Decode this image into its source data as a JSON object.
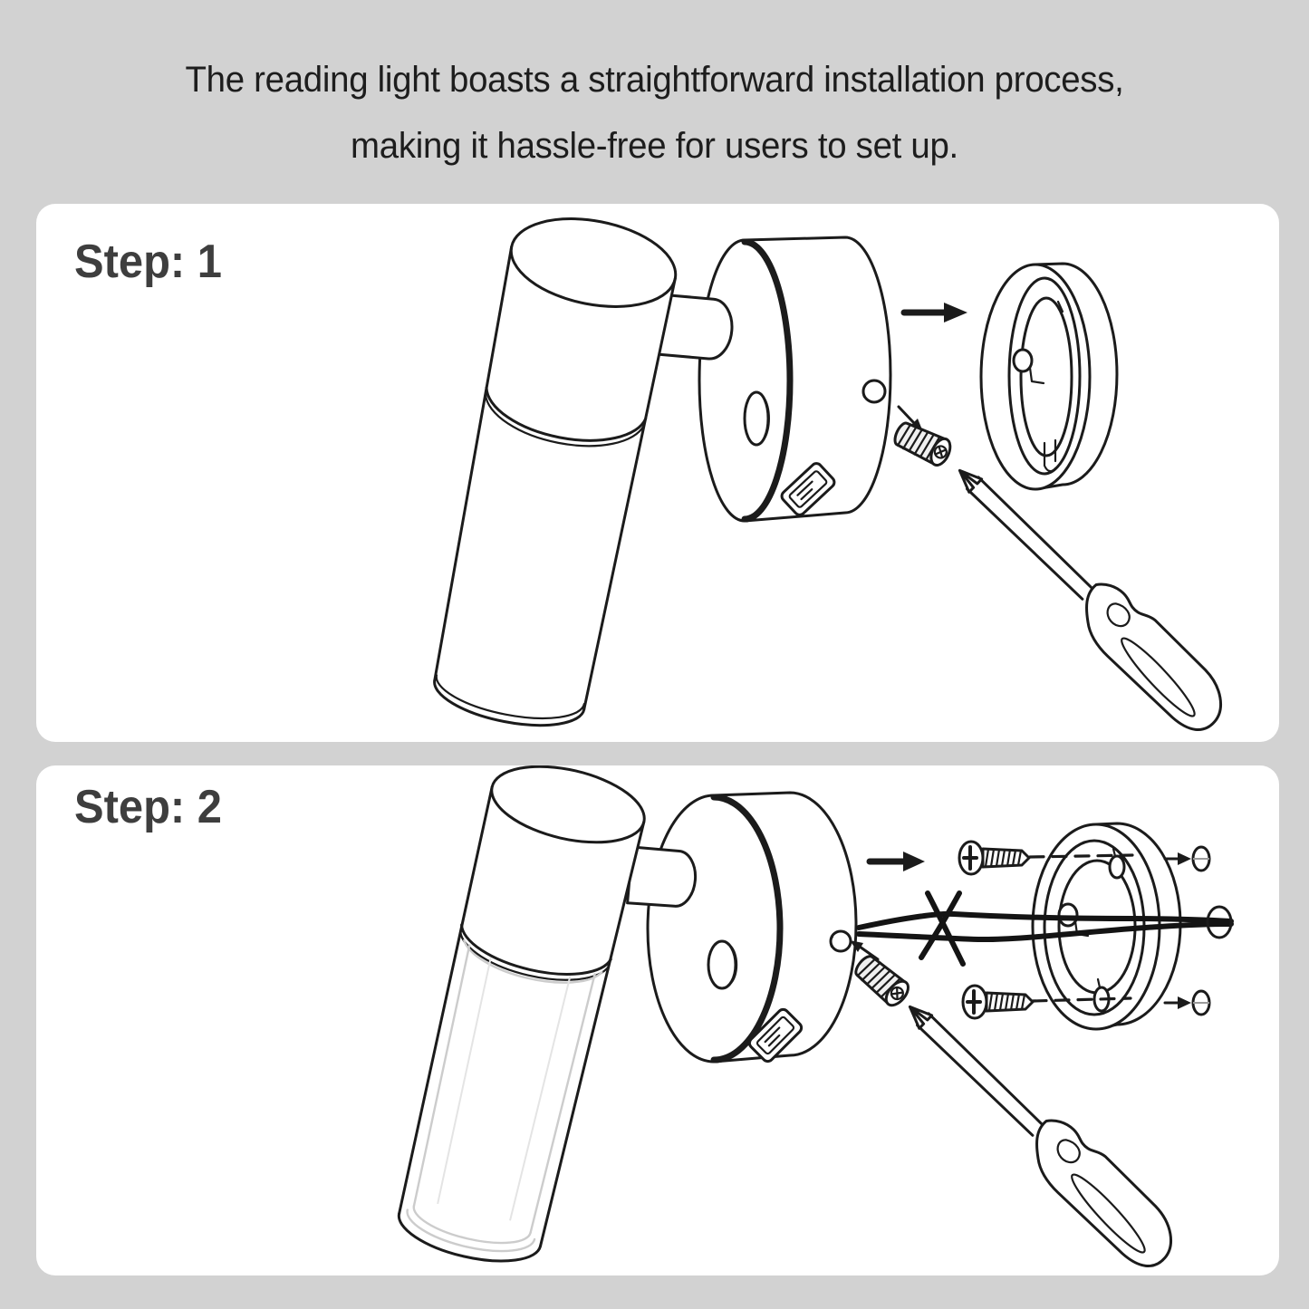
{
  "page": {
    "background_color": "#d2d2d2",
    "panel_color": "#ffffff",
    "title_color": "#1d1d1d",
    "step_label_color": "#3e3e3e",
    "line_color": "#1b1b1b"
  },
  "header": {
    "line1": "The reading light boasts a straightforward installation process,",
    "line2": "making it hassle-free for users to set up."
  },
  "steps": [
    {
      "label": "Step: 1",
      "parts": [
        "reading-lamp",
        "mount-base",
        "power-button",
        "usb-port",
        "set-screw-hole",
        "direction-arrow",
        "mounting-ring",
        "set-screw",
        "screwdriver"
      ]
    },
    {
      "label": "Step: 2",
      "parts": [
        "reading-lamp",
        "mount-base",
        "power-button",
        "usb-port",
        "set-screw-hole",
        "direction-arrow",
        "mounting-screws",
        "power-wires",
        "mounting-ring",
        "wall-anchors",
        "wire-end",
        "set-screw",
        "screwdriver"
      ]
    }
  ]
}
